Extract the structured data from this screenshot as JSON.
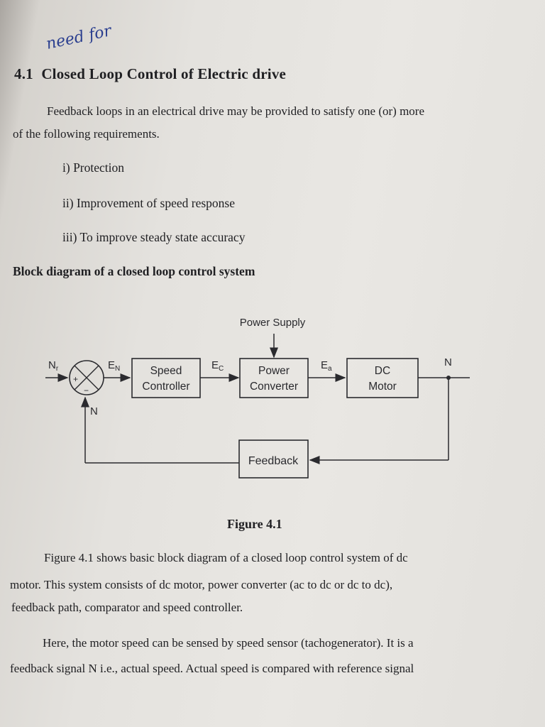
{
  "handwritten_note": "need for",
  "section": {
    "number": "4.1",
    "title": "Closed Loop Control of Electric drive"
  },
  "intro": {
    "line1": "Feedback loops in an electrical drive may be provided to satisfy one (or) more",
    "line2": "of the following requirements."
  },
  "requirements": [
    "i) Protection",
    "ii) Improvement of speed response",
    "iii) To improve steady state accuracy"
  ],
  "diagram_heading": "Block diagram of a closed loop control system",
  "diagram": {
    "power_supply": "Power Supply",
    "input_signal": "N",
    "input_sub": "r",
    "error_signal": "E",
    "error_sub": "N",
    "plus_sign": "+",
    "minus_sign": "−",
    "feedback_input": "N",
    "speed_controller": [
      "Speed",
      "Controller"
    ],
    "ec_signal": "E",
    "ec_sub": "C",
    "power_converter": [
      "Power",
      "Converter"
    ],
    "ea_signal": "E",
    "ea_sub": "a",
    "dc_motor": [
      "DC",
      "Motor"
    ],
    "output_signal": "N",
    "feedback_block": "Feedback"
  },
  "figure_caption": "Figure 4.1",
  "body": [
    "Figure 4.1 shows basic block diagram of a closed loop control system of dc",
    "motor. This system consists of dc motor, power converter (ac to dc or dc to dc),",
    "feedback path, comparator and speed controller.",
    "Here, the motor speed can be sensed by speed sensor (tachogenerator). It is a",
    "feedback signal N i.e., actual speed. Actual speed is compared with reference signal"
  ]
}
